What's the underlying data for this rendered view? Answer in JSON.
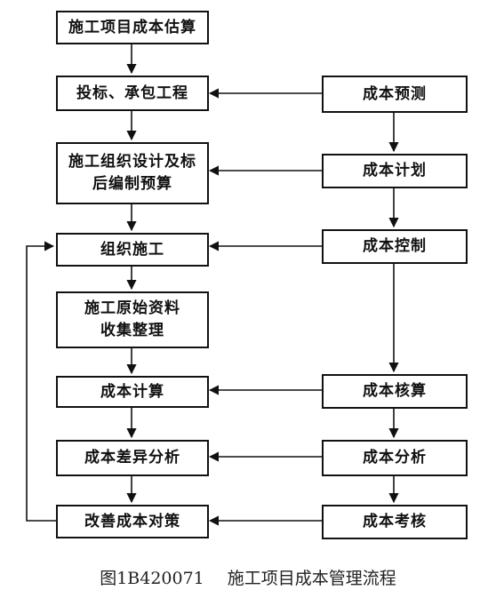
{
  "left_column": {
    "estimate": "施工项目成本估算",
    "bidding": "投标、承包工程",
    "design_budget": "施工组织设计及标\n后编制预算",
    "organize": "组织施工",
    "data_collect": "施工原始资料\n收集整理",
    "cost_calc": "成本计算",
    "variance": "成本差异分析",
    "improve": "改善成本对策"
  },
  "right_column": {
    "forecast": "成本预测",
    "plan": "成本计划",
    "control": "成本控制",
    "accounting": "成本核算",
    "analysis": "成本分析",
    "assessment": "成本考核"
  },
  "caption": {
    "figure_no": "图1B420071",
    "title": "施工项目成本管理流程"
  }
}
